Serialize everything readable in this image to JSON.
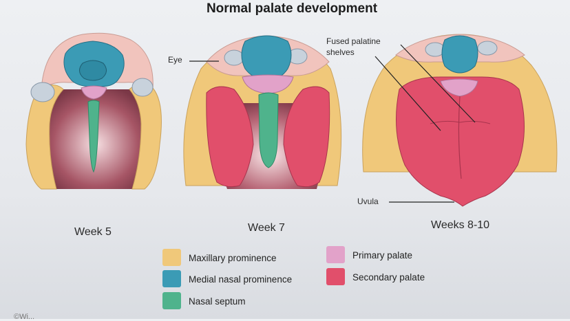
{
  "title": "Normal palate development",
  "labels": {
    "eye": "Eye",
    "fused": "Fused palatine\nshelves",
    "uvula": "Uvula"
  },
  "stages": [
    "Week 5",
    "Week 7",
    "Weeks 8-10"
  ],
  "legend": [
    {
      "label": "Maxillary prominence",
      "color": "#f0c87a"
    },
    {
      "label": "Medial nasal prominence",
      "color": "#3b9bb5"
    },
    {
      "label": "Nasal septum",
      "color": "#4fb38c"
    },
    {
      "label": "Primary palate",
      "color": "#e2a2c9"
    },
    {
      "label": "Secondary palate",
      "color": "#e14f6b"
    }
  ],
  "colors": {
    "maxillary": "#f0c87a",
    "medial": "#3b9bb5",
    "septum": "#4fb38c",
    "primary": "#e2a2c9",
    "secondary": "#e14f6b",
    "skin": "#f1c4bd",
    "cavity": "#8c4a55"
  },
  "footer": "©Wi..."
}
